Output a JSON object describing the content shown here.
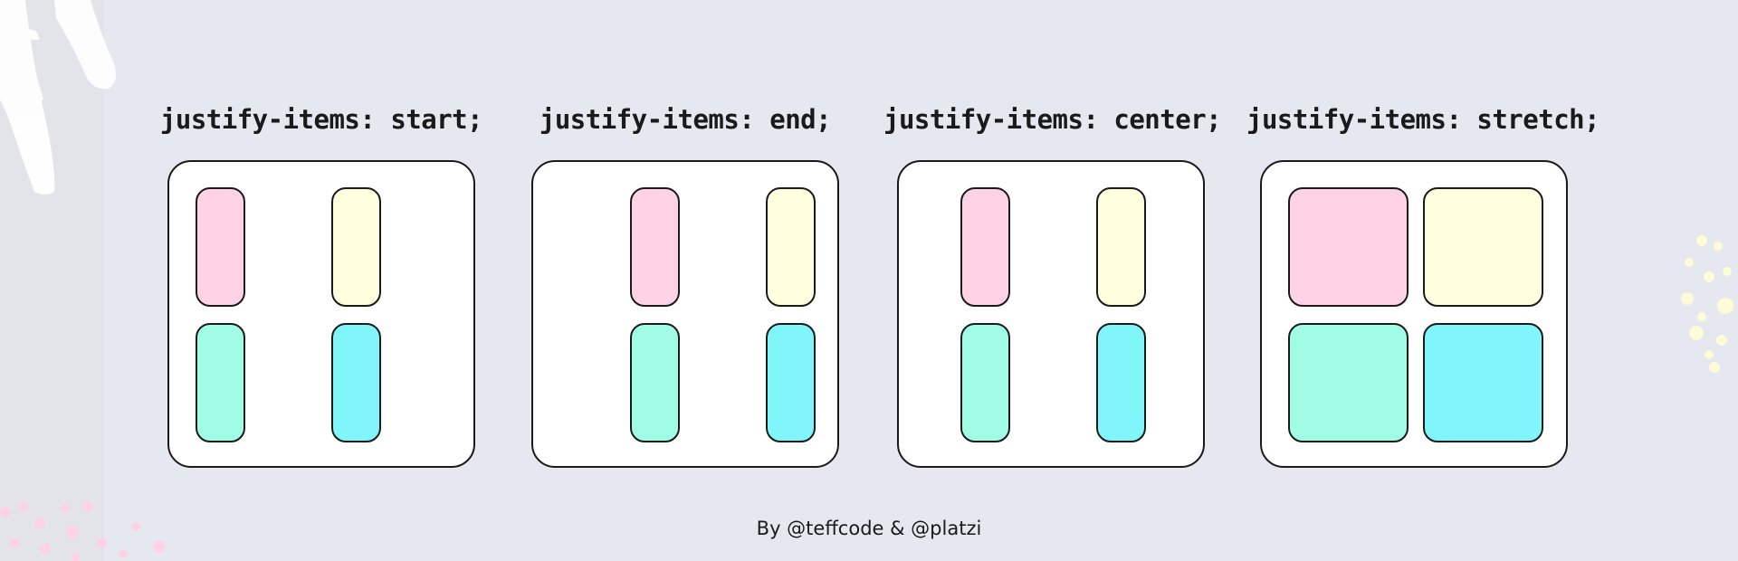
{
  "panels": [
    {
      "title": "justify-items: start;",
      "mode": "start"
    },
    {
      "title": "justify-items: end;",
      "mode": "end"
    },
    {
      "title": "justify-items: center;",
      "mode": "center"
    },
    {
      "title": "justify-items: stretch;",
      "mode": "stretch"
    }
  ],
  "item_colors": [
    "#ffd3e5",
    "#ffffdf",
    "#a0fce4",
    "#80f6fb"
  ],
  "credit": "By @teffcode & @platzi",
  "colors": {
    "background": "#e6e8ef",
    "border": "#1a1a1a",
    "box": "#ffffff",
    "decor_white": "#ffffff",
    "decor_pink": "#ffd3e5",
    "decor_yellow": "#fdfbd8"
  }
}
